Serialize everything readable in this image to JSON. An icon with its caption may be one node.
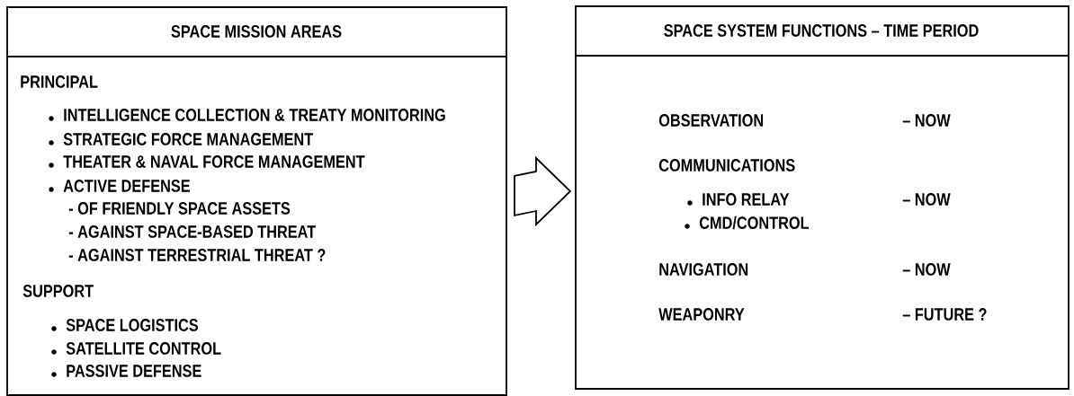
{
  "diagram": {
    "nodes": [
      {
        "text": [
          "SPACE MISSION AREAS",
          "PRINCIPAL",
          "INTELLIGENCE COLLECTION & TREATY MONITORING",
          "STRATEGIC FORCE MANAGEMENT",
          "THEATER & NAVAL FORCE MANAGEMENT",
          "ACTIVE DEFENSE",
          "- OF FRIENDLY SPACE ASSETS",
          "- AGAINST SPACE-BASED THREAT",
          "- AGAINST TERRESTRIAL THREAT ?",
          "SUPPORT",
          "SPACE LOGISTICS",
          "SATELLITE CONTROL",
          "PASSIVE DEFENSE"
        ]
      },
      {
        "text": [
          "SPACE SYSTEM FUNCTIONS – TIME PERIOD",
          "OBSERVATION",
          "– NOW",
          "COMMUNICATIONS",
          "INFO RELAY",
          "– NOW",
          "CMD/CONTROL",
          "NAVIGATION",
          "– NOW",
          "WEAPONRY",
          "– FUTURE ?"
        ]
      }
    ],
    "edges": [
      {
        "from": 0,
        "to": 1,
        "arrow": "to"
      }
    ]
  }
}
